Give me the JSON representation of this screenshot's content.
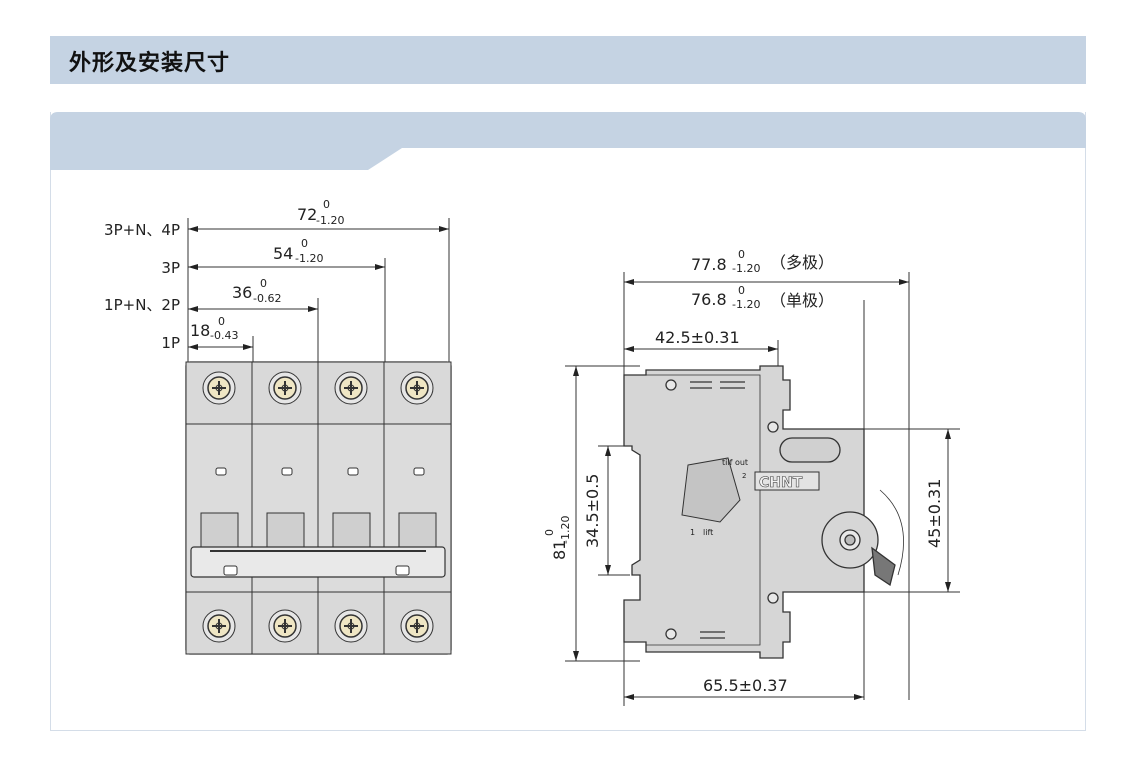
{
  "section": {
    "title": "外形及安装尺寸"
  },
  "front_view": {
    "labels": [
      "3P+N、4P",
      "3P",
      "1P+N、2P",
      "1P"
    ],
    "dims": [
      {
        "nominal": "72",
        "upper": "0",
        "lower": "-1.20"
      },
      {
        "nominal": "54",
        "upper": "0",
        "lower": "-1.20"
      },
      {
        "nominal": "36",
        "upper": "0",
        "lower": "-0.62"
      },
      {
        "nominal": "18",
        "upper": "0",
        "lower": "-0.43"
      }
    ]
  },
  "side_view": {
    "depth_multi": {
      "nominal": "77.8",
      "upper": "0",
      "lower": "-1.20",
      "note": "（多极）"
    },
    "depth_single": {
      "nominal": "76.8",
      "upper": "0",
      "lower": "-1.20",
      "note": "（单极）"
    },
    "rail_offset": "42.5±0.31",
    "height": {
      "nominal": "81",
      "upper": "0",
      "lower": "-1.20"
    },
    "rail_height": "34.5±0.5",
    "window_height": "45±0.31",
    "body_depth": "65.5±0.37",
    "brand": "CHNT",
    "lever_text": {
      "out": "tilf out",
      "step2": "2",
      "step1": "1",
      "lift": "lift"
    }
  },
  "colors": {
    "header_band": "#c5d3e3",
    "body_fill": "#d9d9d9",
    "line": "#333333",
    "terminal": "#efe6c4"
  }
}
